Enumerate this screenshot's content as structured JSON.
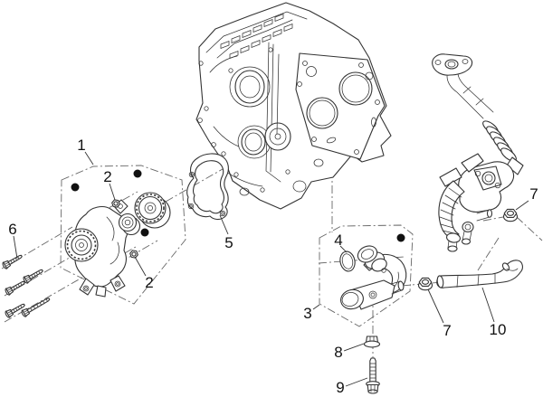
{
  "figure": {
    "type": "exploded-parts-diagram",
    "subject": "engine-water-pump-and-thermostat",
    "callouts": [
      {
        "ref": "1"
      },
      {
        "ref": "2"
      },
      {
        "ref": "2"
      },
      {
        "ref": "3"
      },
      {
        "ref": "4"
      },
      {
        "ref": "5"
      },
      {
        "ref": "6"
      },
      {
        "ref": "7"
      },
      {
        "ref": "7"
      },
      {
        "ref": "8"
      },
      {
        "ref": "9"
      },
      {
        "ref": "10"
      }
    ],
    "colors": {
      "line": "#333333",
      "phantom_line": "#666666",
      "label": "#111111",
      "background": "#ffffff"
    }
  }
}
